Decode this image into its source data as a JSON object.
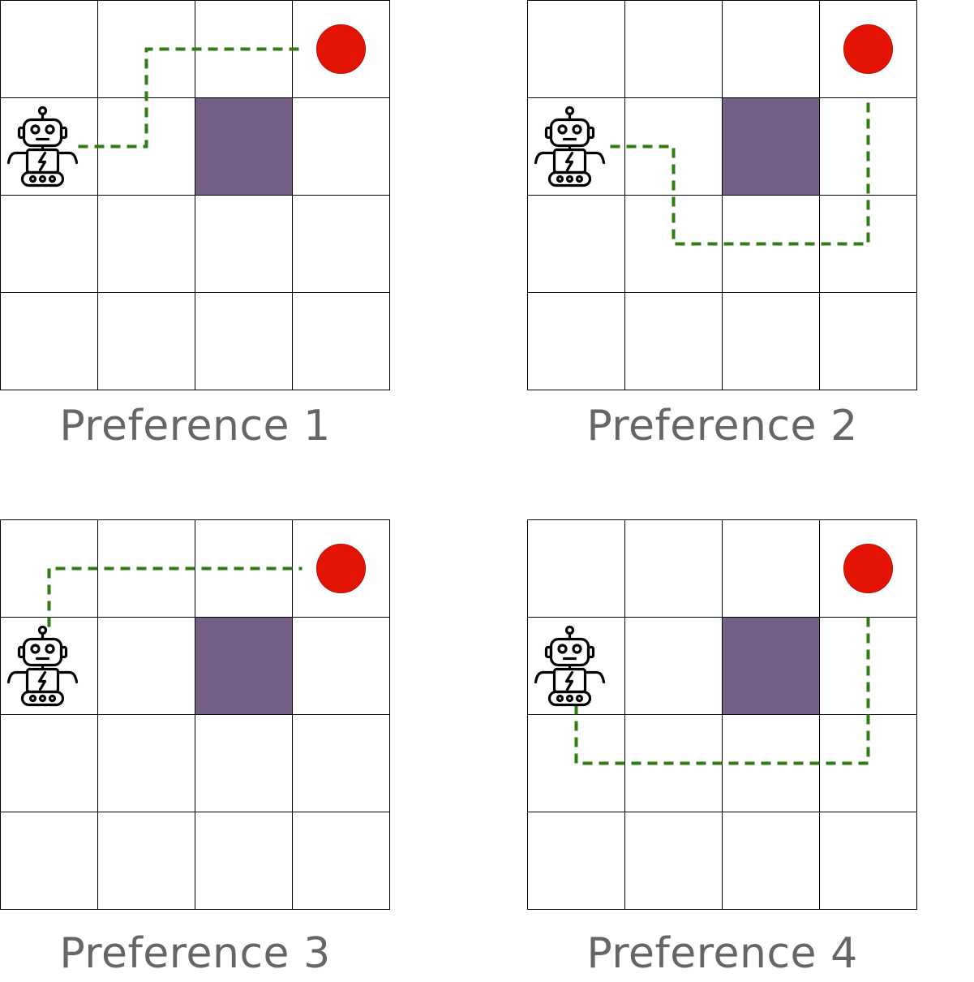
{
  "grid": {
    "rows": 4,
    "cols": 4
  },
  "colors": {
    "cell_border": "#000000",
    "obstacle": "#765f87",
    "goal": "#e31405",
    "goal_stroke": "#b81005",
    "path": "#2e7d0f",
    "caption": "#666666",
    "robot_stroke": "#000000"
  },
  "icons": {
    "robot": "robot-icon",
    "goal": "goal-dot",
    "obstacle": "obstacle-cell"
  },
  "panels": [
    {
      "caption": "Preference 1",
      "robot_cell": [
        1,
        0
      ],
      "goal_cell": [
        0,
        3
      ],
      "obstacle_cell": [
        1,
        2
      ],
      "path": [
        [
          1,
          0.8
        ],
        [
          1,
          1.5
        ],
        [
          0,
          1.5
        ],
        [
          0,
          3.1
        ]
      ]
    },
    {
      "caption": "Preference 2",
      "robot_cell": [
        1,
        0
      ],
      "goal_cell": [
        0,
        3
      ],
      "obstacle_cell": [
        1,
        2
      ],
      "path": [
        [
          1,
          0.85
        ],
        [
          1,
          1.5
        ],
        [
          2,
          1.5
        ],
        [
          2,
          3.5
        ],
        [
          0.5,
          3.5
        ]
      ]
    },
    {
      "caption": "Preference 3",
      "robot_cell": [
        1,
        0
      ],
      "goal_cell": [
        0,
        3
      ],
      "obstacle_cell": [
        1,
        2
      ],
      "path": [
        [
          0.6,
          0.5
        ],
        [
          0,
          0.5
        ],
        [
          0,
          3.1
        ]
      ]
    },
    {
      "caption": "Preference 4",
      "robot_cell": [
        1,
        0
      ],
      "goal_cell": [
        0,
        3
      ],
      "obstacle_cell": [
        1,
        2
      ],
      "path": [
        [
          1.4,
          0.5
        ],
        [
          2,
          0.5
        ],
        [
          2,
          3.5
        ],
        [
          0.5,
          3.5
        ]
      ]
    }
  ]
}
